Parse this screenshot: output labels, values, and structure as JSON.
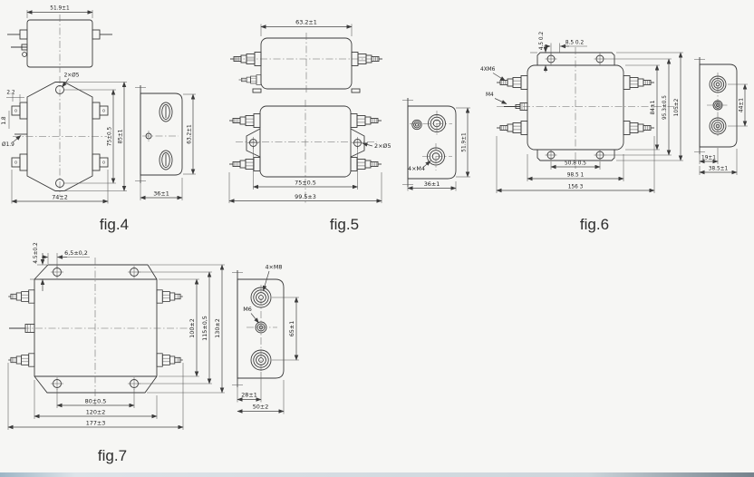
{
  "canvas": {
    "background": "#f6f6f4",
    "line_color": "#3b3b3b"
  },
  "figures": {
    "fig4": {
      "caption": "fig.4",
      "dims": {
        "top_width": "51.9±1",
        "mount_holes": "2×Ø5",
        "tab_offset": "2.2",
        "tab_gap": "1.8",
        "pin_diameter": "Ø1.9",
        "hole_spacing": "75±0.5",
        "overall_height": "85±1",
        "body_width": "74±2",
        "side_height": "63.2±1",
        "side_width": "36±1"
      }
    },
    "fig5": {
      "caption": "fig.5",
      "dims": {
        "top_width": "63.2±1",
        "mount_holes": "2×Ø5",
        "hole_spacing": "75±0.5",
        "overall_width": "99.5±3",
        "terminal_thread": "4×M4",
        "side_height": "51.9±1",
        "side_width": "36±1"
      }
    },
    "fig6": {
      "caption": "fig.6",
      "dims": {
        "bracket_height": "4.5 0.2",
        "hole_offset": "8.5 0.2",
        "terminal_thread": "4XM6",
        "pin_thread": "M4",
        "body_height": "84±1",
        "hole_row_spacing": "95.3±0.5",
        "overall_height": "105±2",
        "hole_spacing": "50.8 0.5",
        "body_width": "98.5 1",
        "overall_width": "156 3",
        "side_terminal_spacing": "44±1",
        "side_center_offset": "19±1",
        "side_width": "38.5±1"
      }
    },
    "fig7": {
      "caption": "fig.7",
      "dims": {
        "bracket_height": "4.5±0.2",
        "hole_offset": "6,5±0,2",
        "body_height": "100±2",
        "hole_row_spacing": "115±0,5",
        "overall_height": "130±2",
        "hole_spacing": "80±0.5",
        "body_width": "120±2",
        "overall_width": "177±3",
        "terminal_thread": "4×M8",
        "pin_thread": "M6",
        "side_terminal_spacing": "65±1",
        "side_center_offset": "28±1",
        "side_width": "50±2"
      }
    }
  }
}
